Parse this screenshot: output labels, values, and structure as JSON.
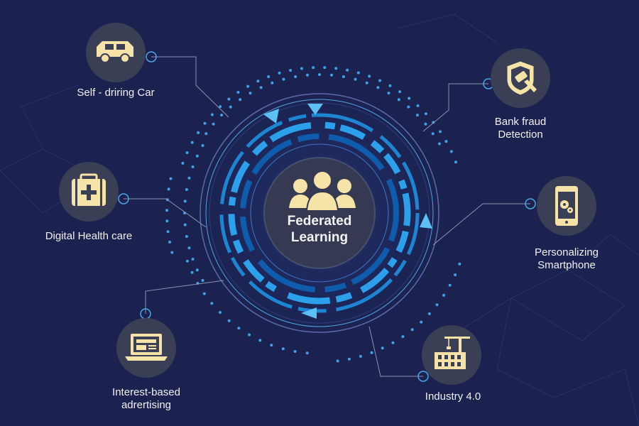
{
  "center": {
    "title_line1": "Federated",
    "title_line2": "Learning",
    "icon": "people-group-icon"
  },
  "nodes": [
    {
      "id": "car",
      "label_lines": [
        "Self - driring Car"
      ],
      "icon": "car-icon"
    },
    {
      "id": "bank",
      "label_lines": [
        "Bank fraud",
        "Detection"
      ],
      "icon": "shield-fraud-icon"
    },
    {
      "id": "health",
      "label_lines": [
        "Digital Health care"
      ],
      "icon": "medical-kit-icon"
    },
    {
      "id": "smartphone",
      "label_lines": [
        "Personalizing",
        "Smartphone"
      ],
      "icon": "smartphone-gear-icon"
    },
    {
      "id": "ads",
      "label_lines": [
        "Interest-based",
        "adrertising"
      ],
      "icon": "laptop-icon"
    },
    {
      "id": "industry",
      "label_lines": [
        "Industry 4.0"
      ],
      "icon": "factory-crane-icon"
    }
  ],
  "colors": {
    "background": "#1b2250",
    "node_circle": "#3a3f55",
    "icon_fill": "#f6e3a8",
    "ring_light": "#4aa8e6",
    "ring_bright": "#1fa0f0",
    "ring_dark": "#0d4f9c",
    "connector": "#8d93ad"
  }
}
